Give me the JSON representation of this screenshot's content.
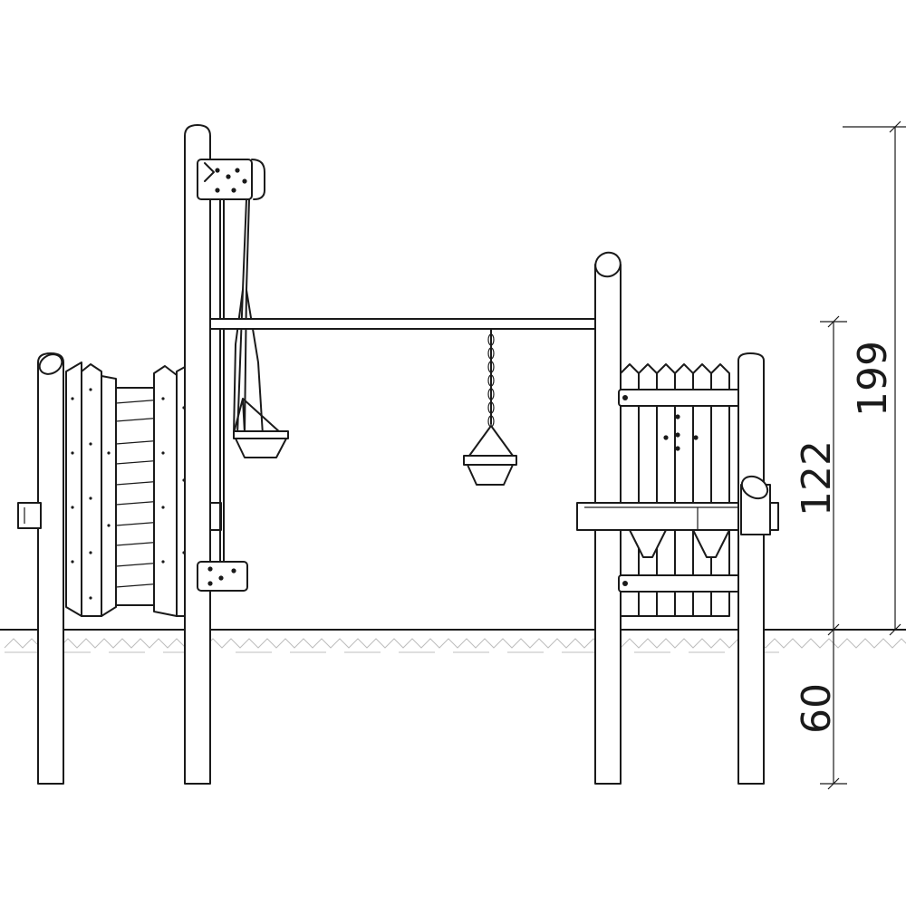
{
  "dimensions": {
    "total_height": "199",
    "above_ground": "122",
    "below_ground": "60"
  },
  "colors": {
    "line": "#1a1a1a",
    "ground_pattern": "#bdbdbd",
    "background": "#ffffff"
  }
}
